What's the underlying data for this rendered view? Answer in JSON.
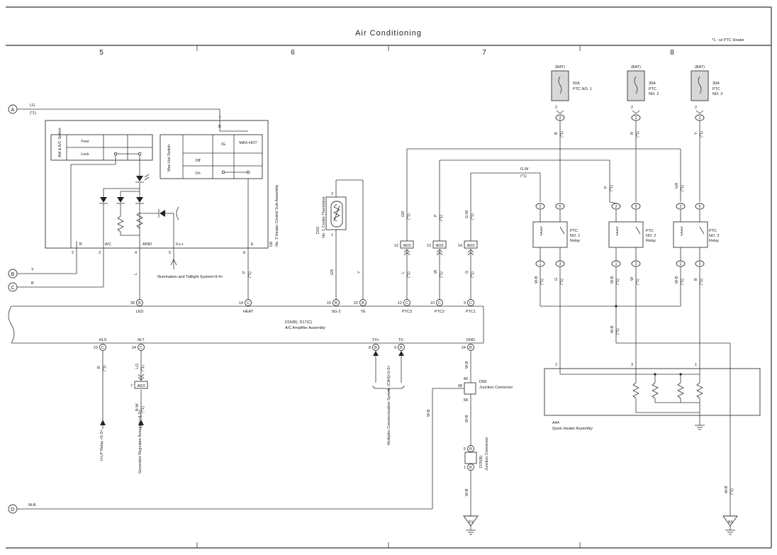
{
  "page": {
    "title": "Air Conditioning",
    "footnote": "*1 : w/ PTC Heater",
    "columns": [
      "5",
      "6",
      "7",
      "8"
    ]
  },
  "margin_connectors": {
    "A": {
      "letter": "A",
      "wire": "LG",
      "note": "(*1)"
    },
    "B": {
      "letter": "B",
      "wire": "Y"
    },
    "C": {
      "letter": "C",
      "wire": "B"
    },
    "D": {
      "letter": "D",
      "wire": "W-B"
    }
  },
  "heater_control": {
    "id": "D8",
    "name": "No. 3 Heater Control Sub-Assembly",
    "am_switch_label": "AM & A/C Switch",
    "am_free": "Free",
    "am_lock": "Lock",
    "maxhot_switch_label": "Max Hot Switch",
    "col_ig": "IG",
    "col_maxhot": "MAX-HOT",
    "row_off": "Off",
    "row_on": "On",
    "pin7": "7",
    "pin7_wire": "B",
    "pins": [
      {
        "num": "2",
        "name": "B"
      },
      {
        "num": "3",
        "name": "A/C"
      },
      {
        "num": "4",
        "name": "AIND"
      },
      {
        "num": "5",
        "name": "ILL+"
      },
      {
        "num": "8",
        "name": "E"
      }
    ],
    "illumination_note": "Illumination and Taillight System<9-4>"
  },
  "thermistor": {
    "id": "D10",
    "name": "No. 1 Cooler Thermistor",
    "pin1": "1",
    "pin2": "2"
  },
  "amplifier": {
    "name1": "D16(B), D17(C)",
    "name2": "A/C Amplifier Assembly",
    "top_pins": [
      {
        "num": "28",
        "conn": "B",
        "name": "LED",
        "wire": "L"
      },
      {
        "num": "14",
        "conn": "C",
        "name": "HEAT",
        "wire": "P",
        "note": "(*1)"
      },
      {
        "num": "10",
        "conn": "B",
        "name": "SG-2",
        "wire": "GR"
      },
      {
        "num": "22",
        "conn": "B",
        "name": "TE",
        "wire": "Y"
      },
      {
        "num": "12",
        "conn": "C",
        "name": "PTC3",
        "wire": "L",
        "note": "(*1)"
      },
      {
        "num": "10",
        "conn": "C",
        "name": "PTC2",
        "wire": "W",
        "note": "(*1)"
      },
      {
        "num": "9",
        "conn": "C",
        "name": "PTC1",
        "wire": "G",
        "note": "(*1)"
      }
    ],
    "bottom_pins": [
      {
        "num": "23",
        "conn": "C",
        "name": "HLS"
      },
      {
        "num": "24",
        "conn": "C",
        "name": "ALT"
      },
      {
        "num": "8",
        "conn": "B",
        "name": "TX+"
      },
      {
        "num": "9",
        "conn": "B",
        "name": "TX-"
      },
      {
        "num": "24",
        "conn": "B",
        "name": "GND"
      }
    ]
  },
  "junction_ad3": [
    {
      "pin": "12",
      "name": "AD3",
      "wire_in": "GR",
      "note": "(*1)"
    },
    {
      "pin": "13",
      "name": "AD3",
      "wire_in": "P",
      "note": "(*1)"
    },
    {
      "pin": "14",
      "name": "AD3",
      "wire_in": "G-W",
      "note": "(*1)"
    }
  ],
  "lower_left": {
    "hls_wire": "B",
    "hls_note": "(*1)",
    "hlp_relay": "H-LP Relay <5-3>",
    "alt_wire_top": "LG",
    "alt_note": "(*1)",
    "ad3_pin": "7",
    "ad3_name": "AD3",
    "alt_wire_bottom": "B-W",
    "alt_note2": "(*1)",
    "generator": "Generator Regulator Assembly<4-3>",
    "multiplex": "Multiplex Communication System (CAN)<2-2>"
  },
  "ground_path": {
    "d68_id": "D68",
    "d68_name": "Junction Connector",
    "d68_pin_in": "49",
    "d68_pin_side": "98",
    "d68_pin_out": "58",
    "wire_gnd1": "W-B",
    "wire_gnd2": "W-B",
    "wire_side": "W-B",
    "d70_id": "D70(B)",
    "d70_name": "Junction Connector",
    "d70_pin_top": "5",
    "d70_conn_top": "B",
    "d70_pin_bot": "1",
    "d70_conn_bot": "B",
    "wire_gnd3": "W-B",
    "ground1": "D1"
  },
  "fuses": [
    {
      "bat": "(BAT)",
      "amp": "50A",
      "name1": "PTC NO. 1",
      "name2": "",
      "pin": "2",
      "wire": "B",
      "note": "(*1)"
    },
    {
      "bat": "(BAT)",
      "amp": "30A",
      "name1": "PTC",
      "name2": "NO. 2",
      "pin": "2",
      "wire": "R",
      "note": "(*1)"
    },
    {
      "bat": "(BAT)",
      "amp": "30A",
      "name1": "PTC",
      "name2": "NO. 3",
      "pin": "2",
      "wire": "V",
      "note": "(*1)"
    }
  ],
  "relays": [
    {
      "l1": "PTC",
      "l2": "NO. 1",
      "l3": "Relay",
      "coil_in": "2",
      "sw_in": "5",
      "coil_out": "1",
      "sw_out": "3",
      "coil_wire": "G-W",
      "coil_note": "(*1)",
      "out_wire_l": "W-B",
      "out_wire_r": "G",
      "note": "(*1)"
    },
    {
      "l1": "PTC",
      "l2": "NO. 2",
      "l3": "Relay",
      "coil_in": "2",
      "sw_in": "5",
      "coil_out": "1",
      "sw_out": "3",
      "coil_wire": "P",
      "coil_note": "(*1)",
      "out_wire_l": "W-B",
      "out_wire_r": "W",
      "note": "(*1)"
    },
    {
      "l1": "PTC",
      "l2": "NO. 3",
      "l3": "Relay",
      "coil_in": "2",
      "sw_in": "5",
      "coil_out": "1",
      "sw_out": "3",
      "coil_wire": "GR",
      "coil_note": "(*1)",
      "out_wire_l": "W-B",
      "out_wire_r": "B",
      "note": "(*1)"
    }
  ],
  "quick_heater": {
    "id": "A44",
    "name": "Quick Heater Assembly",
    "pins": [
      "2",
      "3",
      "1"
    ],
    "relay_gnd_wire": "W-B",
    "relay_gnd_note": "(*1)",
    "ground3": "A3",
    "a3_wire": "W-B",
    "a3_note": "(*1)"
  }
}
